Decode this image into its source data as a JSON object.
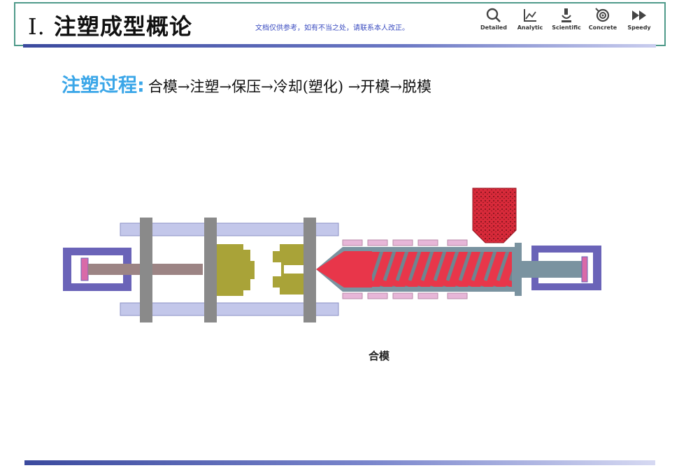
{
  "header": {
    "title_num": "Ⅰ.",
    "title": "注塑成型概论",
    "disclaimer": "文档仅供参考，如有不当之处，请联系本人改正。",
    "tools": [
      {
        "label": "Detailed",
        "icon": "search-icon"
      },
      {
        "label": "Analytic",
        "icon": "chart-icon"
      },
      {
        "label": "Scientific",
        "icon": "microscope-icon"
      },
      {
        "label": "Concrete",
        "icon": "target-icon"
      },
      {
        "label": "Speedy",
        "icon": "fast-forward-icon"
      }
    ]
  },
  "process": {
    "heading": "注塑过程:",
    "steps": "合模→注塑→保压→冷却(塑化) →开模→脱模"
  },
  "diagram": {
    "caption": "合模",
    "colors": {
      "frame": "#6a63b8",
      "rail": "#c3c7ea",
      "tie_bar": "#8a8a8a",
      "mold": "#a9a338",
      "melt": "#e8364a",
      "barrel": "#7a93a0",
      "heater": "#e7b6d8",
      "hopper": "#d82a3a"
    }
  },
  "colors": {
    "accent_blue": "#3aa6e8",
    "border_teal": "#4f9a8a",
    "rule_blue": "#3b4a9e"
  }
}
